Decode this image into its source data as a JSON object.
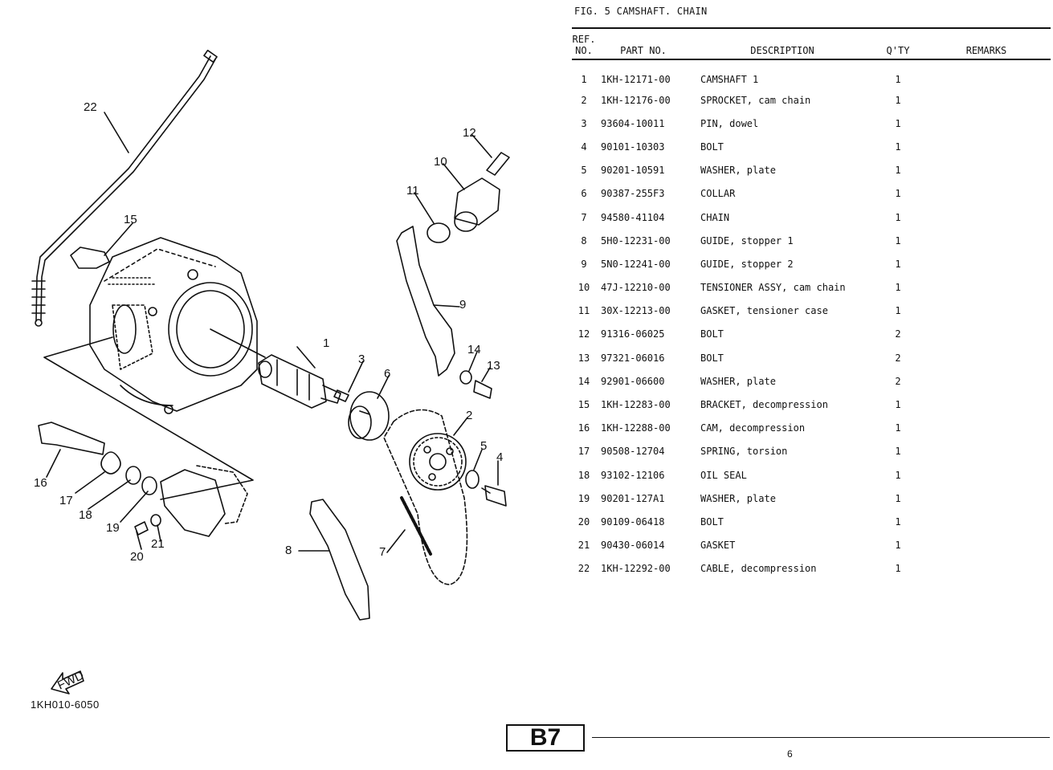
{
  "figure": {
    "title": "FIG.  5  CAMSHAFT. CHAIN"
  },
  "table": {
    "headers": {
      "ref_line1": "REF.",
      "ref_line2": "NO.",
      "part_no": "PART NO.",
      "description": "DESCRIPTION",
      "qty": "Q'TY",
      "remarks": "REMARKS"
    },
    "rows": [
      {
        "ref": "1",
        "part_no": "1KH-12171-00",
        "description": "CAMSHAFT 1",
        "qty": "1",
        "remarks": ""
      },
      {
        "ref": "2",
        "part_no": "1KH-12176-00",
        "description": "SPROCKET, cam chain",
        "qty": "1",
        "remarks": ""
      },
      {
        "ref": "3",
        "part_no": "93604-10011",
        "description": "PIN, dowel",
        "qty": "1",
        "remarks": ""
      },
      {
        "ref": "4",
        "part_no": "90101-10303",
        "description": "BOLT",
        "qty": "1",
        "remarks": ""
      },
      {
        "ref": "5",
        "part_no": "90201-10591",
        "description": "WASHER, plate",
        "qty": "1",
        "remarks": ""
      },
      {
        "ref": "6",
        "part_no": "90387-255F3",
        "description": "COLLAR",
        "qty": "1",
        "remarks": ""
      },
      {
        "ref": "7",
        "part_no": "94580-41104",
        "description": "CHAIN",
        "qty": "1",
        "remarks": ""
      },
      {
        "ref": "8",
        "part_no": "5H0-12231-00",
        "description": "GUIDE, stopper 1",
        "qty": "1",
        "remarks": ""
      },
      {
        "ref": "9",
        "part_no": "5N0-12241-00",
        "description": "GUIDE, stopper 2",
        "qty": "1",
        "remarks": ""
      },
      {
        "ref": "10",
        "part_no": "47J-12210-00",
        "description": "TENSIONER ASSY, cam chain",
        "qty": "1",
        "remarks": ""
      },
      {
        "ref": "11",
        "part_no": "30X-12213-00",
        "description": "GASKET, tensioner case",
        "qty": "1",
        "remarks": ""
      },
      {
        "ref": "12",
        "part_no": "91316-06025",
        "description": "BOLT",
        "qty": "2",
        "remarks": ""
      },
      {
        "ref": "13",
        "part_no": "97321-06016",
        "description": "BOLT",
        "qty": "2",
        "remarks": ""
      },
      {
        "ref": "14",
        "part_no": "92901-06600",
        "description": "WASHER, plate",
        "qty": "2",
        "remarks": ""
      },
      {
        "ref": "15",
        "part_no": "1KH-12283-00",
        "description": "BRACKET, decompression",
        "qty": "1",
        "remarks": ""
      },
      {
        "ref": "16",
        "part_no": "1KH-12288-00",
        "description": "CAM, decompression",
        "qty": "1",
        "remarks": ""
      },
      {
        "ref": "17",
        "part_no": "90508-12704",
        "description": "SPRING, torsion",
        "qty": "1",
        "remarks": ""
      },
      {
        "ref": "18",
        "part_no": "93102-12106",
        "description": "OIL SEAL",
        "qty": "1",
        "remarks": ""
      },
      {
        "ref": "19",
        "part_no": "90201-127A1",
        "description": "WASHER, plate",
        "qty": "1",
        "remarks": ""
      },
      {
        "ref": "20",
        "part_no": "90109-06418",
        "description": "BOLT",
        "qty": "1",
        "remarks": ""
      },
      {
        "ref": "21",
        "part_no": "90430-06014",
        "description": "GASKET",
        "qty": "1",
        "remarks": ""
      },
      {
        "ref": "22",
        "part_no": "1KH-12292-00",
        "description": "CABLE, decompression",
        "qty": "1",
        "remarks": ""
      }
    ]
  },
  "diagram": {
    "callouts": [
      "1",
      "2",
      "3",
      "4",
      "5",
      "6",
      "7",
      "8",
      "9",
      "10",
      "11",
      "12",
      "13",
      "14",
      "15",
      "16",
      "17",
      "18",
      "19",
      "20",
      "21",
      "22"
    ],
    "fwd_label": "FWD"
  },
  "footer": {
    "page_code": "1KH010-6050",
    "section": "B7",
    "page_number": "6"
  },
  "colors": {
    "ink": "#111111",
    "paper": "#ffffff"
  }
}
